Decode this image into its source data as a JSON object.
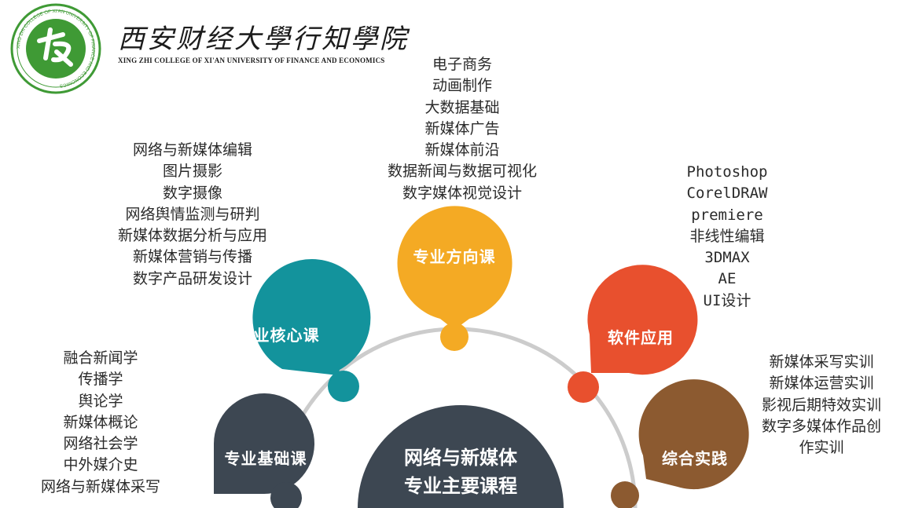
{
  "header": {
    "school_name_cn": "西安财经大學行知學院",
    "school_name_en": "XING ZHI COLLEGE OF XI'AN UNIVERSITY OF FINANCE AND ECONOMICS",
    "emblem_ring_text": "西安财经大学行知学院",
    "emblem_ring_text_en": "XING ZHI COLLEGE OF XI'AN UNIVERSITY OF FINANCE AND ECONOMICS"
  },
  "center": {
    "line1": "网络与新媒体",
    "line2": "专业主要课程",
    "color": "#3d4752"
  },
  "categories": {
    "foundation": {
      "label": "专业基础课",
      "color": "#3d4752",
      "courses": [
        "融合新闻学",
        "传播学",
        "舆论学",
        "新媒体概论",
        "网络社会学",
        "中外媒介史",
        "网络与新媒体采写"
      ]
    },
    "core": {
      "label": "专业核心课",
      "color": "#13939c",
      "courses": [
        "网络与新媒体编辑",
        "图片摄影",
        "数字摄像",
        "网络舆情监测与研判",
        "新媒体数据分析与应用",
        "新媒体营销与传播",
        "数字产品研发设计"
      ]
    },
    "direction": {
      "label": "专业方向课",
      "color": "#f4aa24",
      "courses": [
        "电子商务",
        "动画制作",
        "大数据基础",
        "新媒体广告",
        "新媒体前沿",
        "数据新闻与数据可视化",
        "数字媒体视觉设计"
      ]
    },
    "software": {
      "label": "软件应用",
      "color": "#e8502e",
      "courses": [
        "Photoshop",
        "CorelDRAW",
        "premiere",
        "非线性编辑",
        "3DMAX",
        "AE",
        "UI设计"
      ]
    },
    "practice": {
      "label": "综合实践",
      "color": "#8c5a30",
      "courses": [
        "新媒体采写实训",
        "新媒体运营实训",
        "影视后期特效实训",
        "数字多媒体作品创",
        "作实训"
      ]
    }
  },
  "colors": {
    "arc": "#cccccc",
    "logo_green": "#3f9a35"
  }
}
